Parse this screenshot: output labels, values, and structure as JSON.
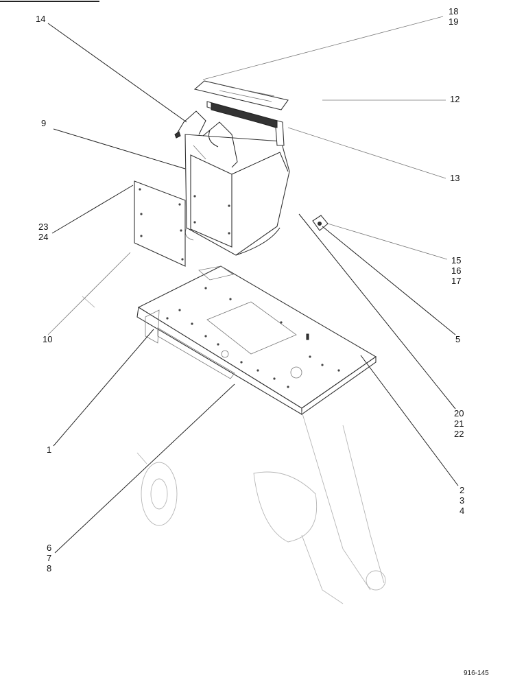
{
  "diagram": {
    "reference_number": "916-145",
    "callouts": [
      {
        "id": "c14",
        "lines": [
          "14"
        ]
      },
      {
        "id": "c18",
        "lines": [
          "18",
          "19"
        ]
      },
      {
        "id": "c12",
        "lines": [
          "12"
        ]
      },
      {
        "id": "c9",
        "lines": [
          "9"
        ]
      },
      {
        "id": "c13",
        "lines": [
          "13"
        ]
      },
      {
        "id": "c23",
        "lines": [
          "23",
          "24"
        ]
      },
      {
        "id": "c15",
        "lines": [
          "15",
          "16",
          "17"
        ]
      },
      {
        "id": "c10",
        "lines": [
          "10"
        ]
      },
      {
        "id": "c5",
        "lines": [
          "5"
        ]
      },
      {
        "id": "c20",
        "lines": [
          "20",
          "21",
          "22"
        ]
      },
      {
        "id": "c1",
        "lines": [
          "1"
        ]
      },
      {
        "id": "c2",
        "lines": [
          "2",
          "3",
          "4"
        ]
      },
      {
        "id": "c6",
        "lines": [
          "6",
          "7",
          "8"
        ]
      }
    ]
  }
}
